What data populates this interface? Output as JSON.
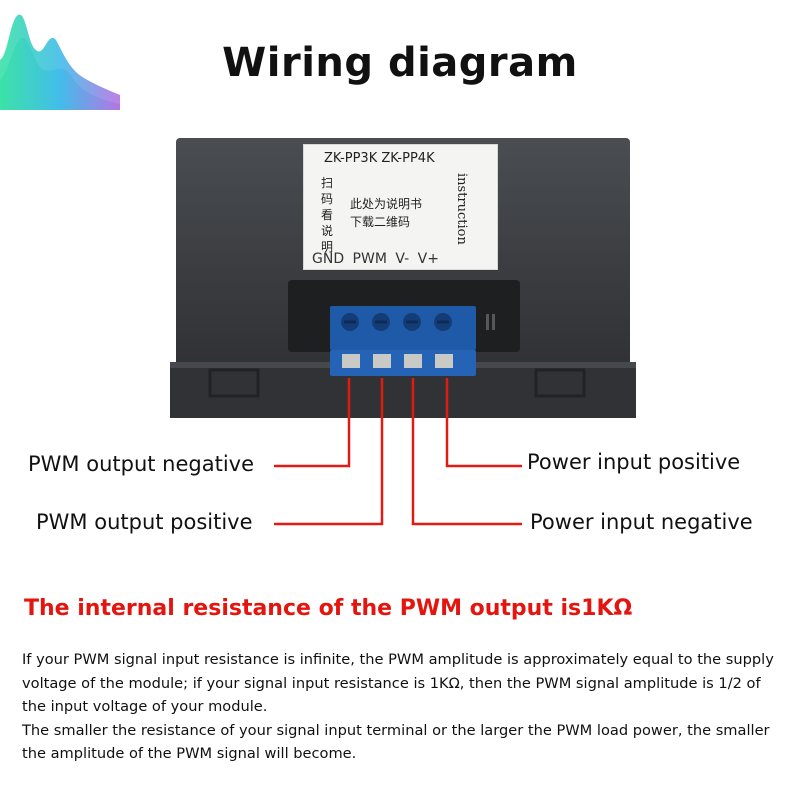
{
  "title": "Wiring diagram",
  "sticker": {
    "model": "ZK-PP3K  ZK-PP4K",
    "side_text": "扫码看说明",
    "cn_line1": "此处为说明书",
    "cn_line2": "下载二维码",
    "vertical_text": "instruction",
    "pins": "GND PWM V- V+"
  },
  "labels": {
    "pwm_neg": "PWM output negative",
    "pwm_pos": "PWM output positive",
    "pwr_pos": "Power input positive",
    "pwr_neg": "Power input negative"
  },
  "note": "The internal resistance of the PWM output is1KΩ",
  "paragraph": [
    "If your PWM signal input resistance is infinite, the PWM amplitude is approximately equal to the supply voltage of the module; if your signal input resistance is 1KΩ, then the PWM signal amplitude is 1/2 of the input voltage of your module.",
    "The smaller the resistance of your signal input terminal or the larger the PWM load power, the smaller the amplitude of the PWM signal will become."
  ],
  "colors": {
    "wire": "#e01b12",
    "terminal": "#1f5aa8",
    "case": "#3a3c3f",
    "note": "#e3150e"
  }
}
